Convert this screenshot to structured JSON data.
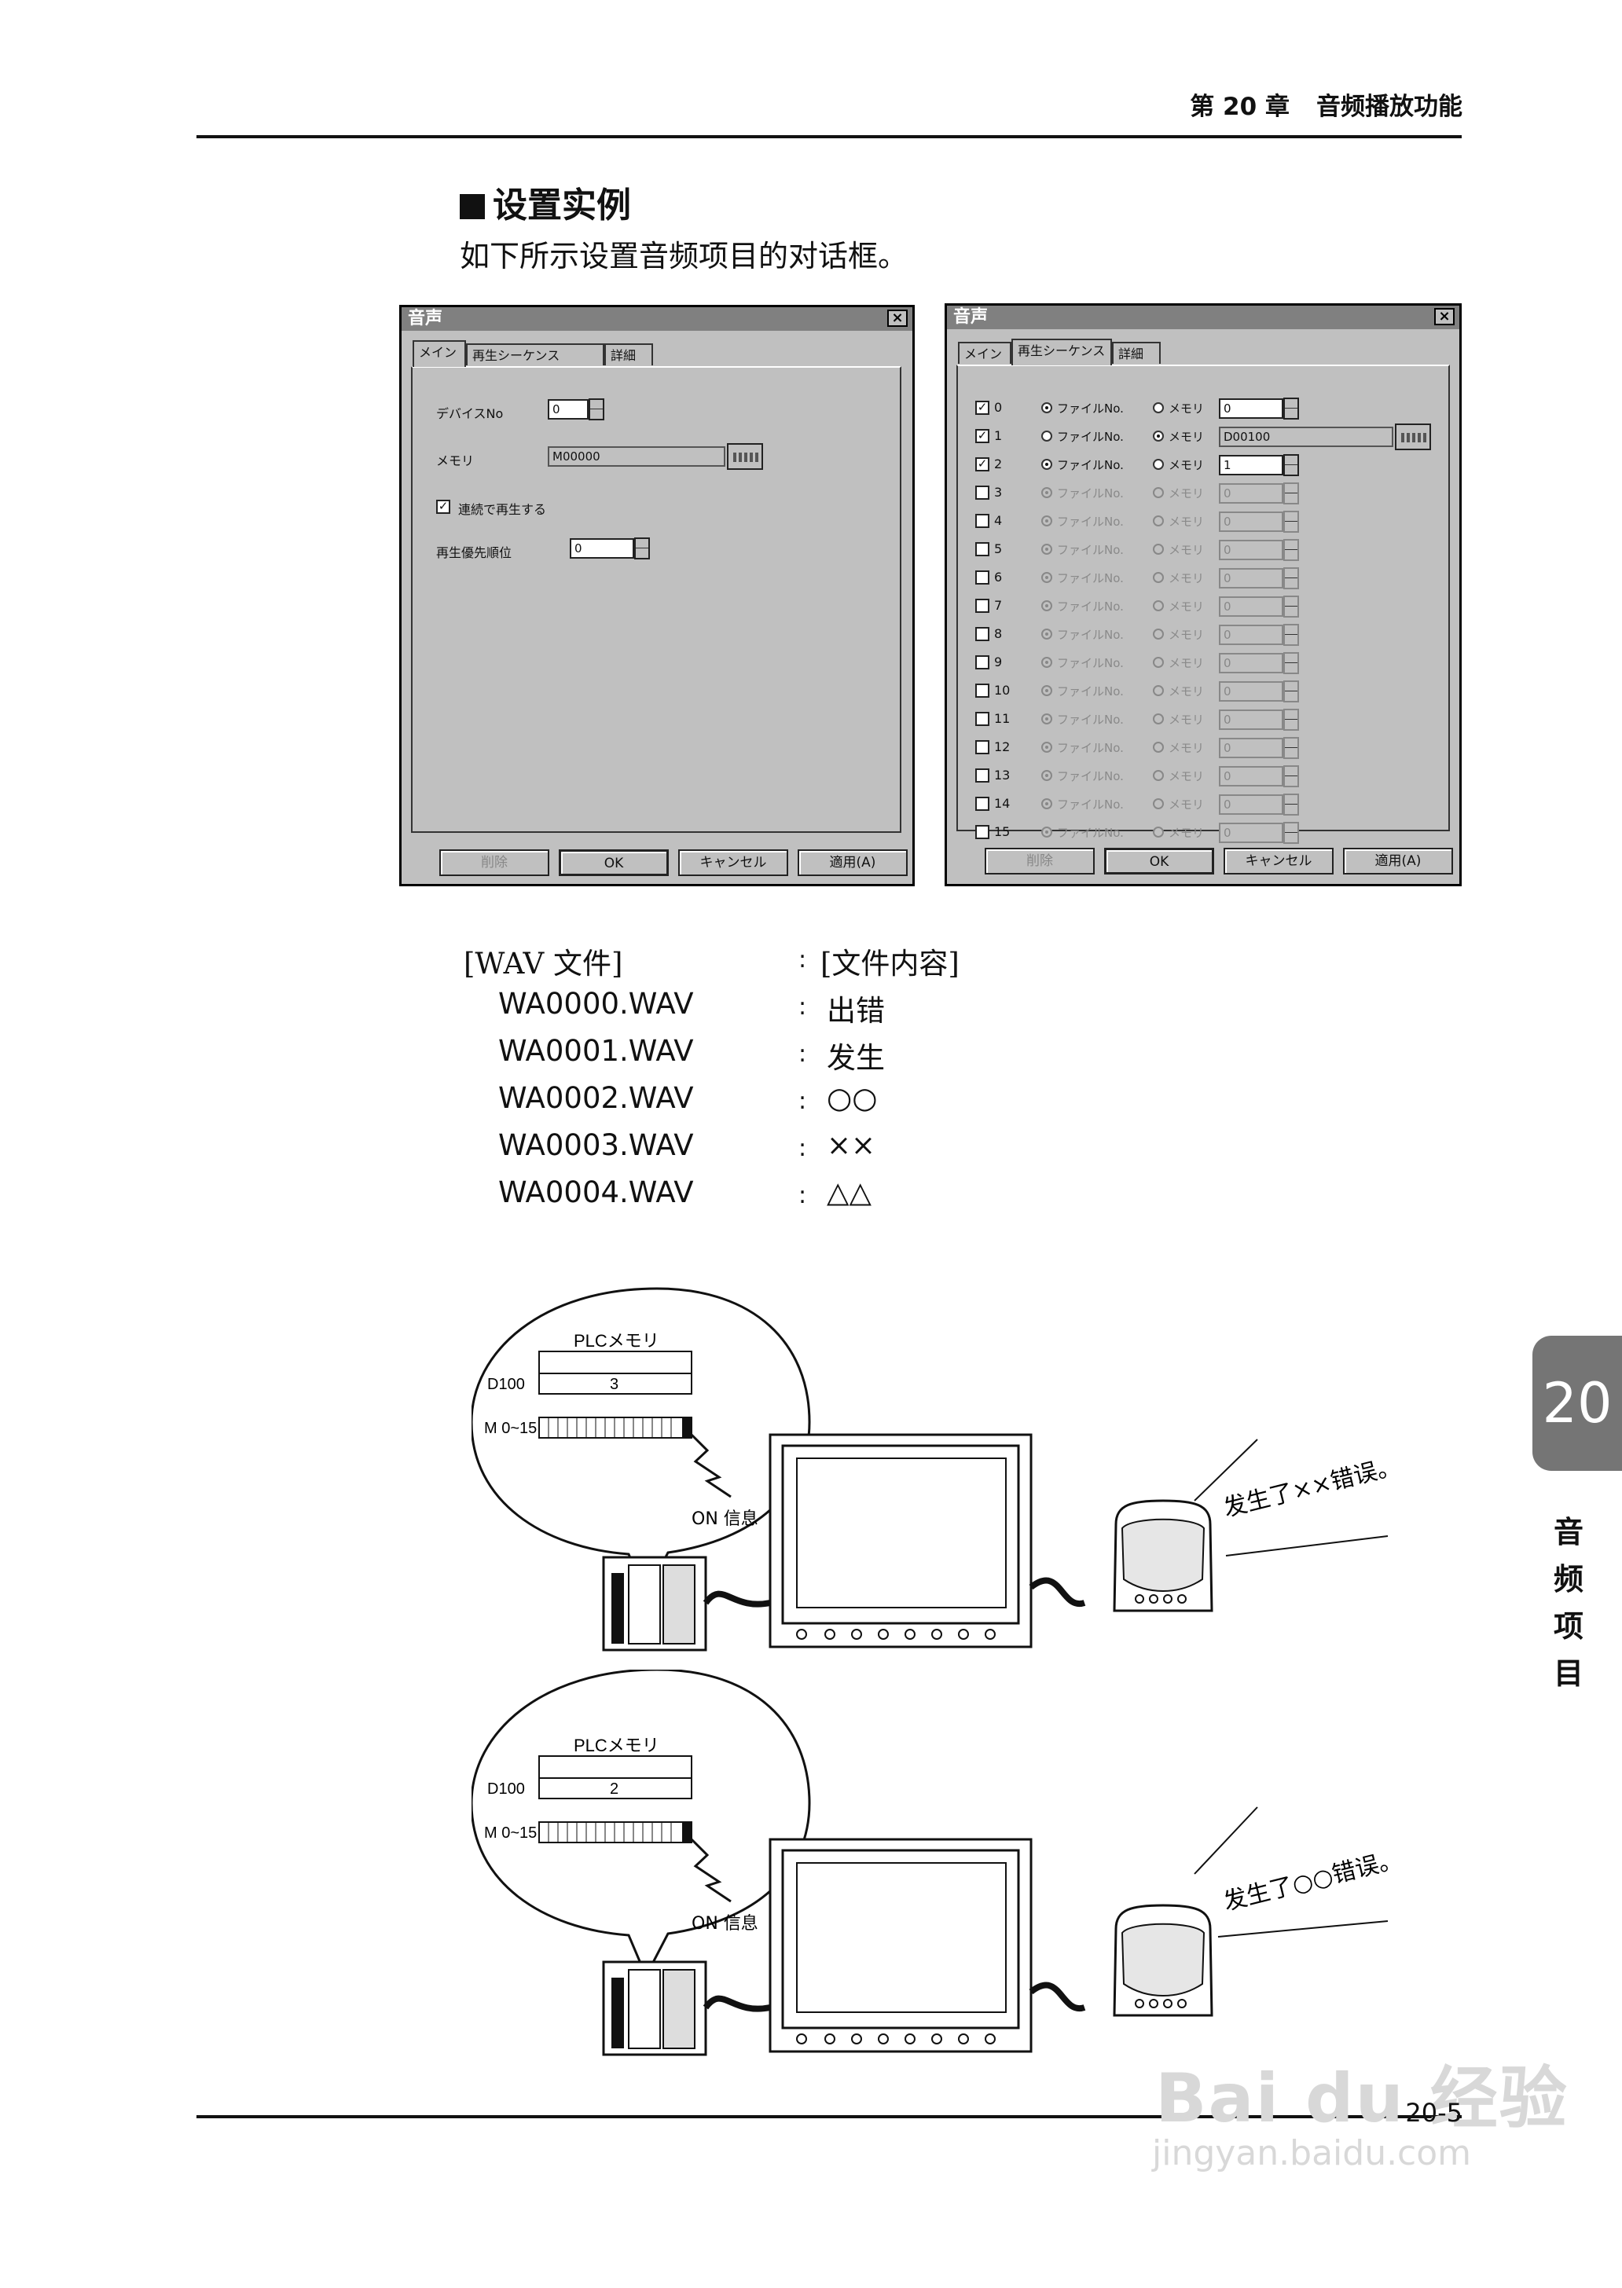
{
  "header": {
    "chapter": "第 20 章",
    "title": "音频播放功能"
  },
  "section": {
    "title": "设置实例",
    "intro": "如下所示设置音频项目的对话框。"
  },
  "dialog1": {
    "title": "音声",
    "close": "×",
    "tabs": [
      "メイン",
      "再生シーケンス",
      "詳細"
    ],
    "device_label": "デバイスNo",
    "device_value": "0",
    "memory_label": "メモリ",
    "memory_value": "M00000",
    "continuous_label": "連続で再生する",
    "continuous_checked": "✓",
    "priority_label": "再生優先順位",
    "priority_value": "0",
    "buttons": [
      "削除",
      "OK",
      "キャンセル",
      "適用(A)"
    ]
  },
  "dialog2": {
    "title": "音声",
    "close": "×",
    "tabs": [
      "メイン",
      "再生シーケンス",
      "詳細"
    ],
    "file_label": "ファイルNo.",
    "memory_label": "メモリ",
    "rows": [
      {
        "index": "0",
        "checked": "✓",
        "mode": "file",
        "value": "0",
        "enabled": true
      },
      {
        "index": "1",
        "checked": "✓",
        "mode": "memory",
        "value": "D00100",
        "enabled": true
      },
      {
        "index": "2",
        "checked": "✓",
        "mode": "file",
        "value": "1",
        "enabled": true
      },
      {
        "index": "3",
        "checked": "",
        "mode": "file",
        "value": "0",
        "enabled": false
      },
      {
        "index": "4",
        "checked": "",
        "mode": "file",
        "value": "0",
        "enabled": false
      },
      {
        "index": "5",
        "checked": "",
        "mode": "file",
        "value": "0",
        "enabled": false
      },
      {
        "index": "6",
        "checked": "",
        "mode": "file",
        "value": "0",
        "enabled": false
      },
      {
        "index": "7",
        "checked": "",
        "mode": "file",
        "value": "0",
        "enabled": false
      },
      {
        "index": "8",
        "checked": "",
        "mode": "file",
        "value": "0",
        "enabled": false
      },
      {
        "index": "9",
        "checked": "",
        "mode": "file",
        "value": "0",
        "enabled": false
      },
      {
        "index": "10",
        "checked": "",
        "mode": "file",
        "value": "0",
        "enabled": false
      },
      {
        "index": "11",
        "checked": "",
        "mode": "file",
        "value": "0",
        "enabled": false
      },
      {
        "index": "12",
        "checked": "",
        "mode": "file",
        "value": "0",
        "enabled": false
      },
      {
        "index": "13",
        "checked": "",
        "mode": "file",
        "value": "0",
        "enabled": false
      },
      {
        "index": "14",
        "checked": "",
        "mode": "file",
        "value": "0",
        "enabled": false
      },
      {
        "index": "15",
        "checked": "",
        "mode": "file",
        "value": "0",
        "enabled": false
      }
    ],
    "buttons": [
      "削除",
      "OK",
      "キャンセル",
      "適用(A)"
    ]
  },
  "wav_table": {
    "header": {
      "file": "[WAV 文件]",
      "content": "[文件内容]"
    },
    "colon": ":",
    "rows": [
      {
        "file": "WA0000.WAV",
        "content": "出错"
      },
      {
        "file": "WA0001.WAV",
        "content": "发生"
      },
      {
        "file": "WA0002.WAV",
        "content": "○○"
      },
      {
        "file": "WA0003.WAV",
        "content": "××"
      },
      {
        "file": "WA0004.WAV",
        "content": "△△"
      }
    ]
  },
  "diagram1": {
    "plc_label": "PLCメモリ",
    "d_label": "D100",
    "d_value": "3",
    "m_label": "M 0~15",
    "signal": "ON 信息",
    "speech": "发生了××错误。"
  },
  "diagram2": {
    "plc_label": "PLCメモリ",
    "d_label": "D100",
    "d_value": "2",
    "m_label": "M 0~15",
    "signal": "ON 信息",
    "speech": "发生了○○错误。"
  },
  "side": {
    "chapter_number": "20",
    "vertical": [
      "音",
      "频",
      "项",
      "目"
    ]
  },
  "footer": {
    "page": "20-5"
  },
  "watermark": {
    "brand": "Bai du 经验",
    "url": "jingyan.baidu.com"
  }
}
